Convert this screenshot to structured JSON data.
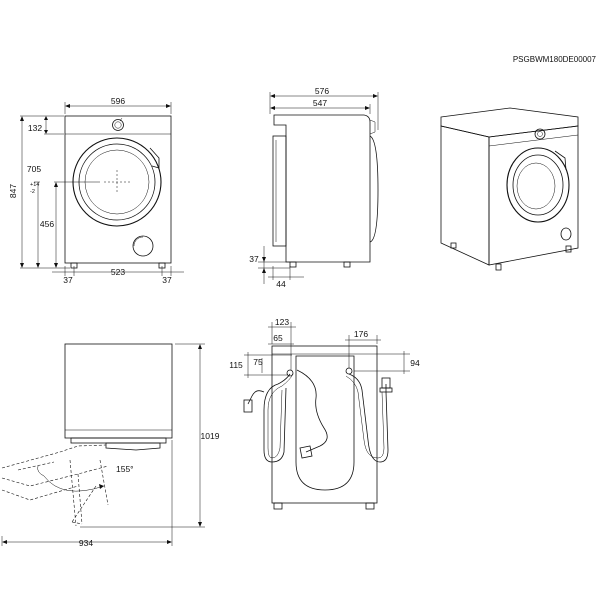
{
  "drawing_code": "PSGBWM180DE00007",
  "front_view": {
    "width": "596",
    "top_panel": "132",
    "door_center_height": "705",
    "total_height_base": "847",
    "total_height_tol_plus": "+14",
    "total_height_tol_minus": "-2",
    "lower_height": "456",
    "foot_offset_left": "37",
    "foot_span": "523",
    "foot_offset_right": "37"
  },
  "side_view": {
    "depth_total": "576",
    "depth_body": "547",
    "foot_height": "37",
    "foot_inset": "44"
  },
  "door_open_view": {
    "height_open": "1019",
    "width_open": "934",
    "door_angle": "155°"
  },
  "rear_view": {
    "inlet_offset": "123",
    "inlet_spacing": "65",
    "drain_offset": "176",
    "left_top_1": "115",
    "left_top_2": "75",
    "right_top": "94"
  }
}
